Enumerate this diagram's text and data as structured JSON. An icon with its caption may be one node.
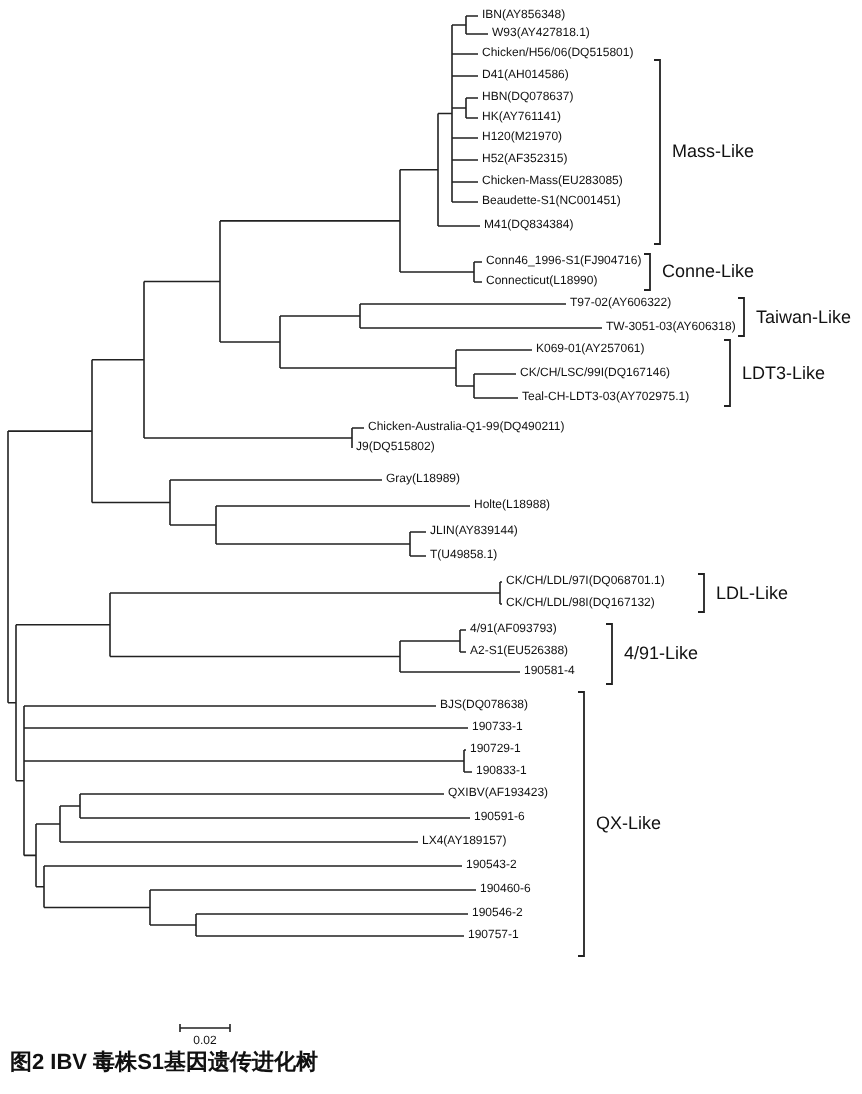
{
  "diagram": {
    "caption": "图2 IBV 毒株S1基因遗传进化树",
    "labels": [
      "IBN(AY856348)",
      "W93(AY427818.1)",
      "Chicken/H56/06(DQ515801)",
      "D41(AH014586)",
      "HBN(DQ078637)",
      "HK(AY761141)",
      "H120(M21970)",
      "H52(AF352315)",
      "Chicken-Mass(EU283085)",
      "Beaudette-S1(NC001451)",
      "M41(DQ834384)",
      "Mass-Like",
      "Conn46_1996-S1(FJ904716)",
      "Connecticut(L18990)",
      "Conne-Like",
      "T97-02(AY606322)",
      "TW-3051-03(AY606318)",
      "Taiwan-Like",
      "K069-01(AY257061)",
      "CK/CH/LSC/99I(DQ167146)",
      "Teal-CH-LDT3-03(AY702975.1)",
      "LDT3-Like",
      "Chicken-Australia-Q1-99(DQ490211)",
      "J9(DQ515802)",
      "Gray(L18989)",
      "Holte(L18988)",
      "JLIN(AY839144)",
      "T(U49858.1)",
      "CK/CH/LDL/97I(DQ068701.1)",
      "CK/CH/LDL/98I(DQ167132)",
      "LDL-Like",
      "4/91(AF093793)",
      "A2-S1(EU526388)",
      "190581-4",
      "4/91-Like",
      "BJS(DQ078638)",
      "190733-1",
      "190729-1",
      "190833-1",
      "QXIBV(AF193423)",
      "190591-6",
      "LX4(AY189157)",
      "190543-2",
      "190460-6",
      "190546-2",
      "190757-1",
      "QX-Like",
      "0.02"
    ]
  }
}
